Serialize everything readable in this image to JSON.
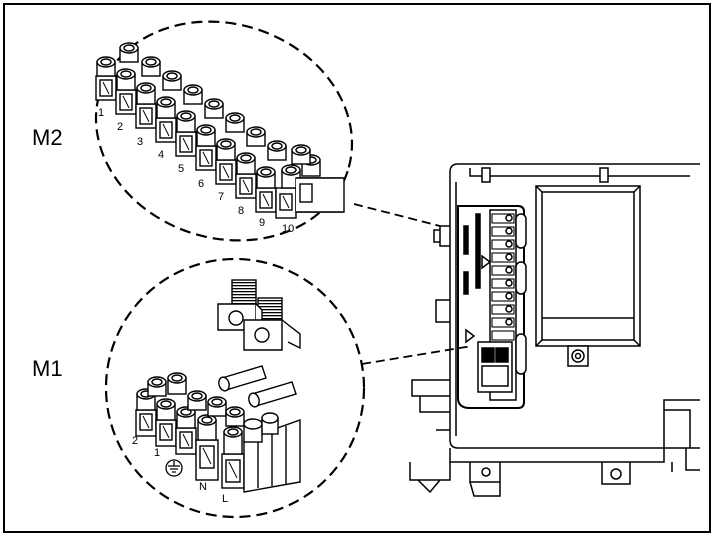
{
  "labels": {
    "m2": "M2",
    "m1": "M1",
    "m2_terminals": [
      "1",
      "2",
      "3",
      "4",
      "5",
      "6",
      "7",
      "8",
      "9",
      "10"
    ],
    "m1_terminals": {
      "t2": "2",
      "t1": "1",
      "n": "N",
      "l": "L"
    }
  },
  "icons": {
    "ground": "ground-symbol-icon"
  },
  "colors": {
    "line": "#000000",
    "background": "#ffffff",
    "shade": "#e6e6e6"
  }
}
